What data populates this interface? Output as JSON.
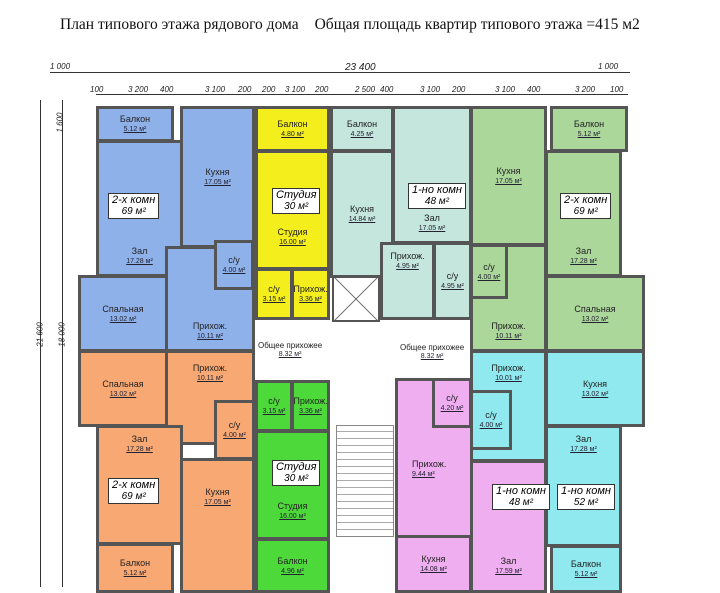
{
  "title": {
    "plan": "План типового этажа рядового дома",
    "area": "Общая площадь квартир типового этажа =415 м2"
  },
  "dimensions": {
    "left_offset": "1 000",
    "total": "23 400",
    "right_offset": "1 000",
    "vertical_total": "21 600",
    "vertical_inner": "18 000",
    "balcony_depth": "1 600",
    "segments": [
      "100",
      "3 200",
      "400",
      "3 100",
      "200",
      "200",
      "3 100",
      "200",
      "2 500",
      "400",
      "3 100",
      "200",
      "3 100",
      "400",
      "3 200",
      "100"
    ]
  },
  "apartments": [
    {
      "type": "2-х комн",
      "area": "69 м²"
    },
    {
      "type": "Студия",
      "area": "30 м²"
    },
    {
      "type": "1-но комн",
      "area": "48 м²"
    },
    {
      "type": "2-х комн",
      "area": "69 м²"
    },
    {
      "type": "2-х комн",
      "area": "69 м²"
    },
    {
      "type": "Студия",
      "area": "30 м²"
    },
    {
      "type": "1-но комн",
      "area": "48 м²"
    },
    {
      "type": "1-но комн",
      "area": "52 м²"
    }
  ],
  "rooms": [
    {
      "name": "Балкон",
      "area": "5.12 м²"
    },
    {
      "name": "Кухня",
      "area": "17.05 м²"
    },
    {
      "name": "Зал",
      "area": "17.28 м²"
    },
    {
      "name": "Спальная",
      "area": "13.02 м²"
    },
    {
      "name": "Прихож.",
      "area": "10.11 м²"
    },
    {
      "name": "с/у",
      "area": "4.00 м²"
    },
    {
      "name": "Балкон",
      "area": "4.80 м²"
    },
    {
      "name": "Студия",
      "area": "16.00 м²"
    },
    {
      "name": "с/у",
      "area": "3.15 м²"
    },
    {
      "name": "Прихож.",
      "area": "3.36 м²"
    },
    {
      "name": "Балкон",
      "area": "4.25 м²"
    },
    {
      "name": "Кухня",
      "area": "14.84 м²"
    },
    {
      "name": "Зал",
      "area": "17.05 м²"
    },
    {
      "name": "Прихож.",
      "area": "4.95 м²"
    },
    {
      "name": "с/у",
      "area": "4.95 м²"
    },
    {
      "name": "Кухня",
      "area": "17.05 м²"
    },
    {
      "name": "Балкон",
      "area": "5.12 м²"
    },
    {
      "name": "Зал",
      "area": "17.28 м²"
    },
    {
      "name": "Спальная",
      "area": "13.02 м²"
    },
    {
      "name": "Прихож.",
      "area": "10.11 м²"
    },
    {
      "name": "с/у",
      "area": "4.00 м²"
    },
    {
      "name": "Общее прихожее",
      "area": "8.32 м²"
    },
    {
      "name": "Общее прихожее",
      "area": "8.32 м²"
    },
    {
      "name": "Спальная",
      "area": "13.02 м²"
    },
    {
      "name": "Прихож.",
      "area": "10.11 м²"
    },
    {
      "name": "с/у",
      "area": "4.00 м²"
    },
    {
      "name": "Зал",
      "area": "17.28 м²"
    },
    {
      "name": "Кухня",
      "area": "17.05 м²"
    },
    {
      "name": "Балкон",
      "area": "5.12 м²"
    },
    {
      "name": "с/у",
      "area": "3.15 м²"
    },
    {
      "name": "Прихож.",
      "area": "3.36 м²"
    },
    {
      "name": "Студия",
      "area": "16.00 м²"
    },
    {
      "name": "Балкон",
      "area": "4.96 м²"
    },
    {
      "name": "с/у",
      "area": "4.20 м²"
    },
    {
      "name": "Прихож.",
      "area": "9.44 м²"
    },
    {
      "name": "Кухня",
      "area": "14.08 м²"
    },
    {
      "name": "Зал",
      "area": "17.59 м²"
    },
    {
      "name": "Прихож.",
      "area": "10.01 м²"
    },
    {
      "name": "Кухня",
      "area": "13.02 м²"
    },
    {
      "name": "с/у",
      "area": "4.00 м²"
    },
    {
      "name": "Зал",
      "area": "17.28 м²"
    },
    {
      "name": "Балкон",
      "area": "5.12 м²"
    }
  ]
}
